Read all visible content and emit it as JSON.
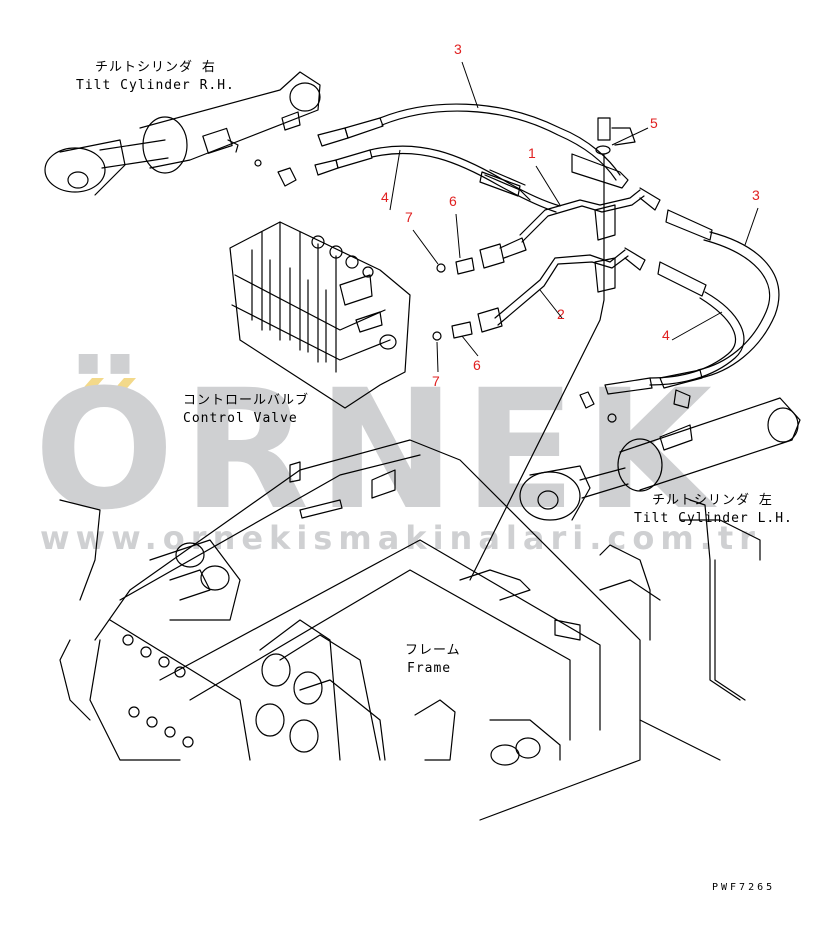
{
  "labels": {
    "tilt_rh_jp": "チルトシリンダ 右",
    "tilt_rh_en": "Tilt Cylinder R.H.",
    "tilt_lh_jp": "チルトシリンダ 左",
    "tilt_lh_en": "Tilt Cylinder L.H.",
    "control_valve_jp": "コントロールバルブ",
    "control_valve_en": "Control Valve",
    "frame_jp": "フレーム",
    "frame_en": "Frame"
  },
  "callouts": [
    "1",
    "2",
    "3",
    "3",
    "4",
    "4",
    "5",
    "6",
    "6",
    "7",
    "7"
  ],
  "watermark": {
    "brand": "ÖRNEK",
    "url": "www.ornekismakinalari.com.tr",
    "color": "#cfd0d2",
    "accent_color": "#f3d98a"
  },
  "drawing_code": "PWF7265",
  "colors": {
    "line": "#000000",
    "callout": "#e02020"
  }
}
